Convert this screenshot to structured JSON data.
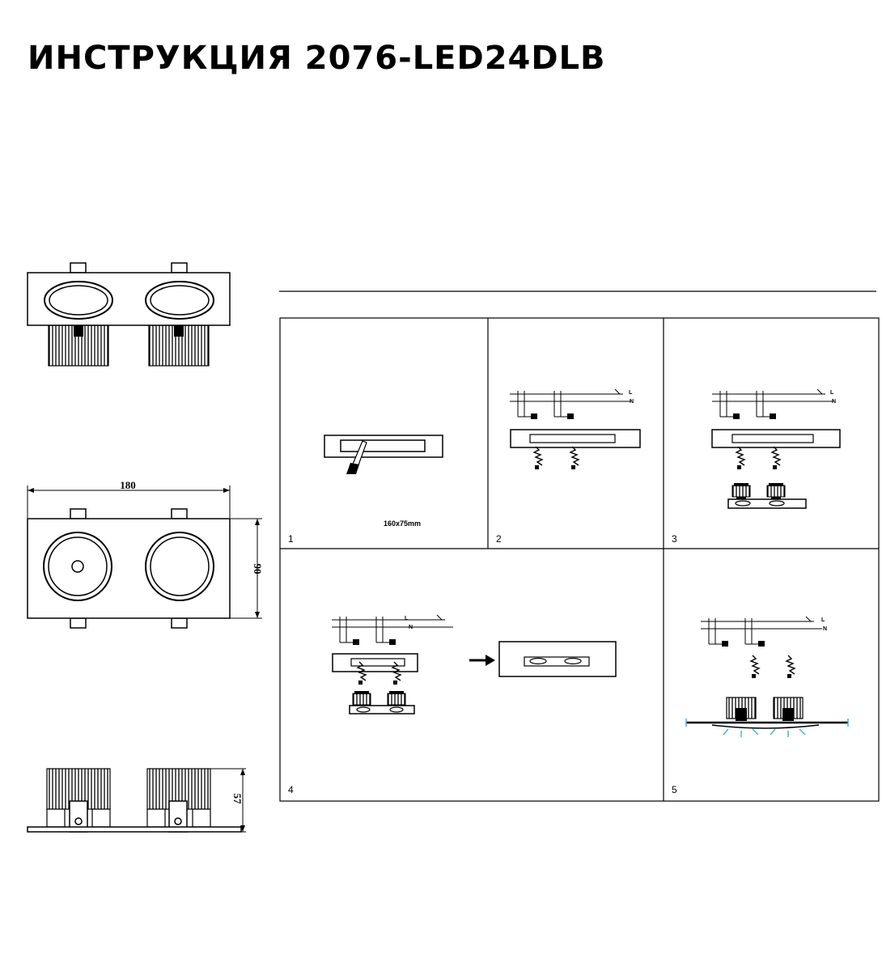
{
  "title": "ИНСТРУКЦИЯ 2076-LED24DLB",
  "dimensions": {
    "width": "180",
    "height": "90",
    "depth": "57"
  },
  "steps": [
    {
      "number": "1",
      "note": "160x75mm"
    },
    {
      "number": "2"
    },
    {
      "number": "3"
    },
    {
      "number": "4"
    },
    {
      "number": "5"
    }
  ],
  "wire_labels": {
    "live": "L",
    "neutral": "N"
  },
  "colors": {
    "line": "#000000",
    "light_rays": "#37b4d6"
  }
}
